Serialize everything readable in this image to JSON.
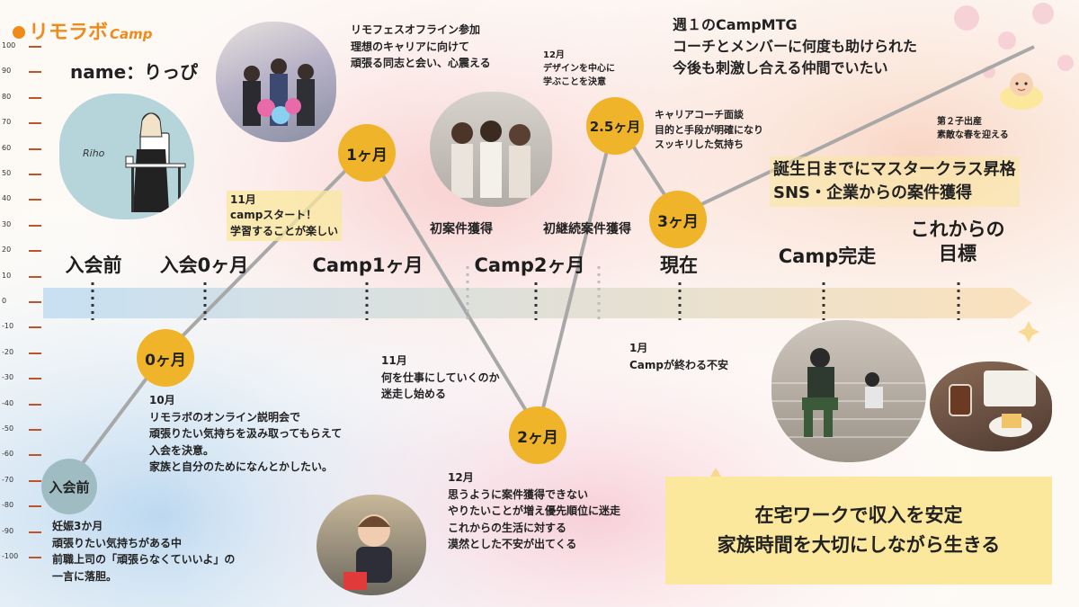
{
  "brand": {
    "logo_text": "リモラボ",
    "logo_suffix": "Camp",
    "accent": "#f08a1a"
  },
  "profile": {
    "name_label": "name：りっぴ",
    "figure_caption": "Riho"
  },
  "chart_data": {
    "type": "line",
    "title": "",
    "ylim": [
      -100,
      100
    ],
    "y_ticks": [
      100,
      90,
      80,
      70,
      60,
      50,
      40,
      30,
      20,
      10,
      0,
      -10,
      -20,
      -30,
      -40,
      -50,
      -60,
      -70,
      -80,
      -90,
      -100
    ],
    "series": [
      {
        "points": [
          {
            "label": "入会前",
            "y": -70
          },
          {
            "label": "0ヶ月",
            "y": -20
          },
          {
            "label": "1ヶ月",
            "y": 60
          },
          {
            "label": "2ヶ月",
            "y": -50
          },
          {
            "label": "2.5ヶ月",
            "y": 72
          },
          {
            "label": "3ヶ月",
            "y": 34
          },
          {
            "label": "",
            "y": 100
          }
        ]
      }
    ],
    "phases": [
      "入会前",
      "入会0ヶ月",
      "Camp1ヶ月",
      "Camp2ヶ月",
      "現在",
      "Camp完走",
      "これからの\n目標"
    ],
    "mid_labels": [
      "初案件獲得",
      "初継続案件獲得"
    ],
    "annotations": [
      "妊娠3か月\n頑張りたい気持ちがある中\n前職上司の「頑張らなくていいよ」の\n一言に落胆。",
      "10月\nリモラボのオンライン説明会で\n頑張りたい気持ちを汲み取ってもらえて\n入会を決意。\n家族と自分のためになんとかしたい。",
      "11月\ncampスタート！\n学習することが楽しい",
      "リモフェスオフライン参加\n理想のキャリアに向けて\n頑張る同志と会い、心震える",
      "11月\n何を仕事にしていくのか\n迷走し始める",
      "12月\nデザインを中心に\n学ぶことを決意",
      "12月\n思うように案件獲得できない\nやりたいことが増え優先順位に迷走\nこれからの生活に対する\n漠然とした不安が出てくる",
      "キャリアコーチ面談\n目的と手段が明確になり\nスッキリした気持ち",
      "1月\nCampが終わる不安",
      "週１のCampMTG\nコーチとメンバーに何度も助けられた\n今後も刺激し合える仲間でいたい",
      "第２子出産\n素敵な春を迎える",
      "誕生日までにマスタークラス昇格\nSNS・企業からの案件獲得"
    ],
    "goal_banner": [
      "在宅ワークで収入を安定",
      "家族時間を大切にしながら生きる"
    ],
    "colors": {
      "node": "#f0b42a",
      "node_start": "#9fbcc3",
      "line": "#a8a8a8",
      "axis_arrow": "#f6d7a8",
      "tick": "#c0532a"
    }
  }
}
